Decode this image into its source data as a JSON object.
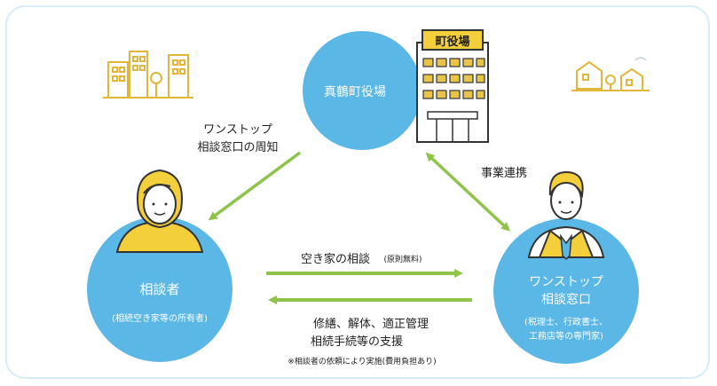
{
  "diagram": {
    "town_hall": {
      "circle_label": "真鶴町役場",
      "sign": "町役場"
    },
    "consultee": {
      "title": "相談者",
      "subtitle": "(相続空き家等の所有者)"
    },
    "one_stop": {
      "title_line1": "ワンストップ",
      "title_line2": "相談窓口",
      "subtitle_line1": "(税理士、行政書士、",
      "subtitle_line2": "工務店等の専門家)"
    },
    "arrows": {
      "publicize_line1": "ワンストップ",
      "publicize_line2": "相談窓口の周知",
      "cooperation": "事業連携",
      "consult_main": "空き家の相談",
      "consult_note": "(原則無料)",
      "support_line1": "修繕、解体、適正管理",
      "support_line2": "相続手続等の支援",
      "footnote": "※相談者の依頼により実施(費用負担あり)"
    },
    "colors": {
      "circle": "#5bb7e6",
      "arrow": "#8fc34a",
      "frame": "#d6ecf8",
      "hair": "#f4cf3c",
      "building_window": "#e8c44a"
    },
    "icons": [
      "city-buildings-icon",
      "houses-icon",
      "town-hall-building-icon",
      "woman-person-icon",
      "businessman-person-icon"
    ]
  }
}
